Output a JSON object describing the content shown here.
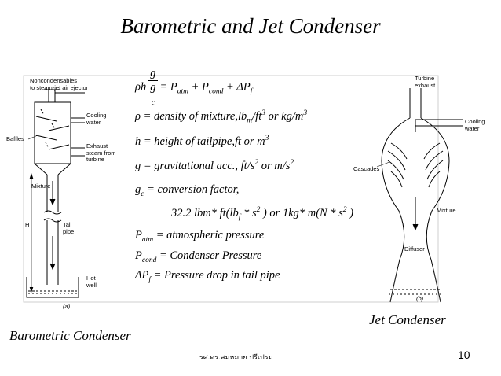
{
  "slide": {
    "title": "Barometric and Jet Condenser",
    "footer_author": "รศ.ดร.สมหมาย ปรีเปรม",
    "page_number": "10"
  },
  "equations": {
    "main_lhs": "ρh",
    "main_num": "g",
    "main_den": "g",
    "main_den_sub": "c",
    "main_rhs": "= P",
    "main_rhs_sub1": "atm",
    "main_rhs_2": " + P",
    "main_rhs_sub2": "cond",
    "main_rhs_3": " + ΔP",
    "main_rhs_sub3": "f",
    "rho_text": "ρ = density of mixture,lb",
    "rho_sub": "m",
    "rho_mid": "/ft",
    "rho_sup1": "3",
    "rho_tail": " or  kg/m",
    "rho_sup2": "3",
    "h_text": "h = height of tailpipe,ft  or m",
    "h_sup": "3",
    "g_text": "g = gravitational acc., ft/s",
    "g_sup1": "2",
    "g_tail": " or  m/s",
    "g_sup2": "2",
    "gc_g": "g",
    "gc_sub": "c",
    "gc_text": " = conversion factor,",
    "conv_text1": "32.2 lbm* ft(lb",
    "conv_sub": "f",
    "conv_text2": " * s",
    "conv_sup1": "2",
    "conv_text3": " ) or 1kg* m(N * s",
    "conv_sup2": "2",
    "conv_text4": " )",
    "patm_p": "P",
    "patm_sub": "atm",
    "patm_text": " = atmospheric pressure",
    "pcond_p": "P",
    "pcond_sub": "cond",
    "pcond_text": " = Condenser Pressure",
    "dpf_p": "ΔP",
    "dpf_sub": "f",
    "dpf_text": " = Pressure drop in tail pipe"
  },
  "barometric": {
    "caption": "Barometric Condenser",
    "figure_label": "(a)",
    "labels": {
      "noncondensables_1": "Noncondensables",
      "noncondensables_2": "to steam-jet air ejector",
      "cooling_1": "Cooling",
      "cooling_2": "water",
      "baffles": "Baffles",
      "exhaust_1": "Exhaust",
      "exhaust_2": "steam from",
      "exhaust_3": "turbine",
      "mixture": "Mixture",
      "h": "H",
      "tail_1": "Tail",
      "tail_2": "pipe",
      "hot_1": "Hot",
      "hot_2": "well"
    }
  },
  "jet": {
    "caption": "Jet Condenser",
    "figure_label": "(b)",
    "labels": {
      "turbine_1": "Turbine",
      "turbine_2": "exhaust",
      "cooling_1": "Cooling",
      "cooling_2": "water",
      "cascades": "Cascades",
      "mixture": "Mixture",
      "diffuser": "Diffuser"
    }
  }
}
